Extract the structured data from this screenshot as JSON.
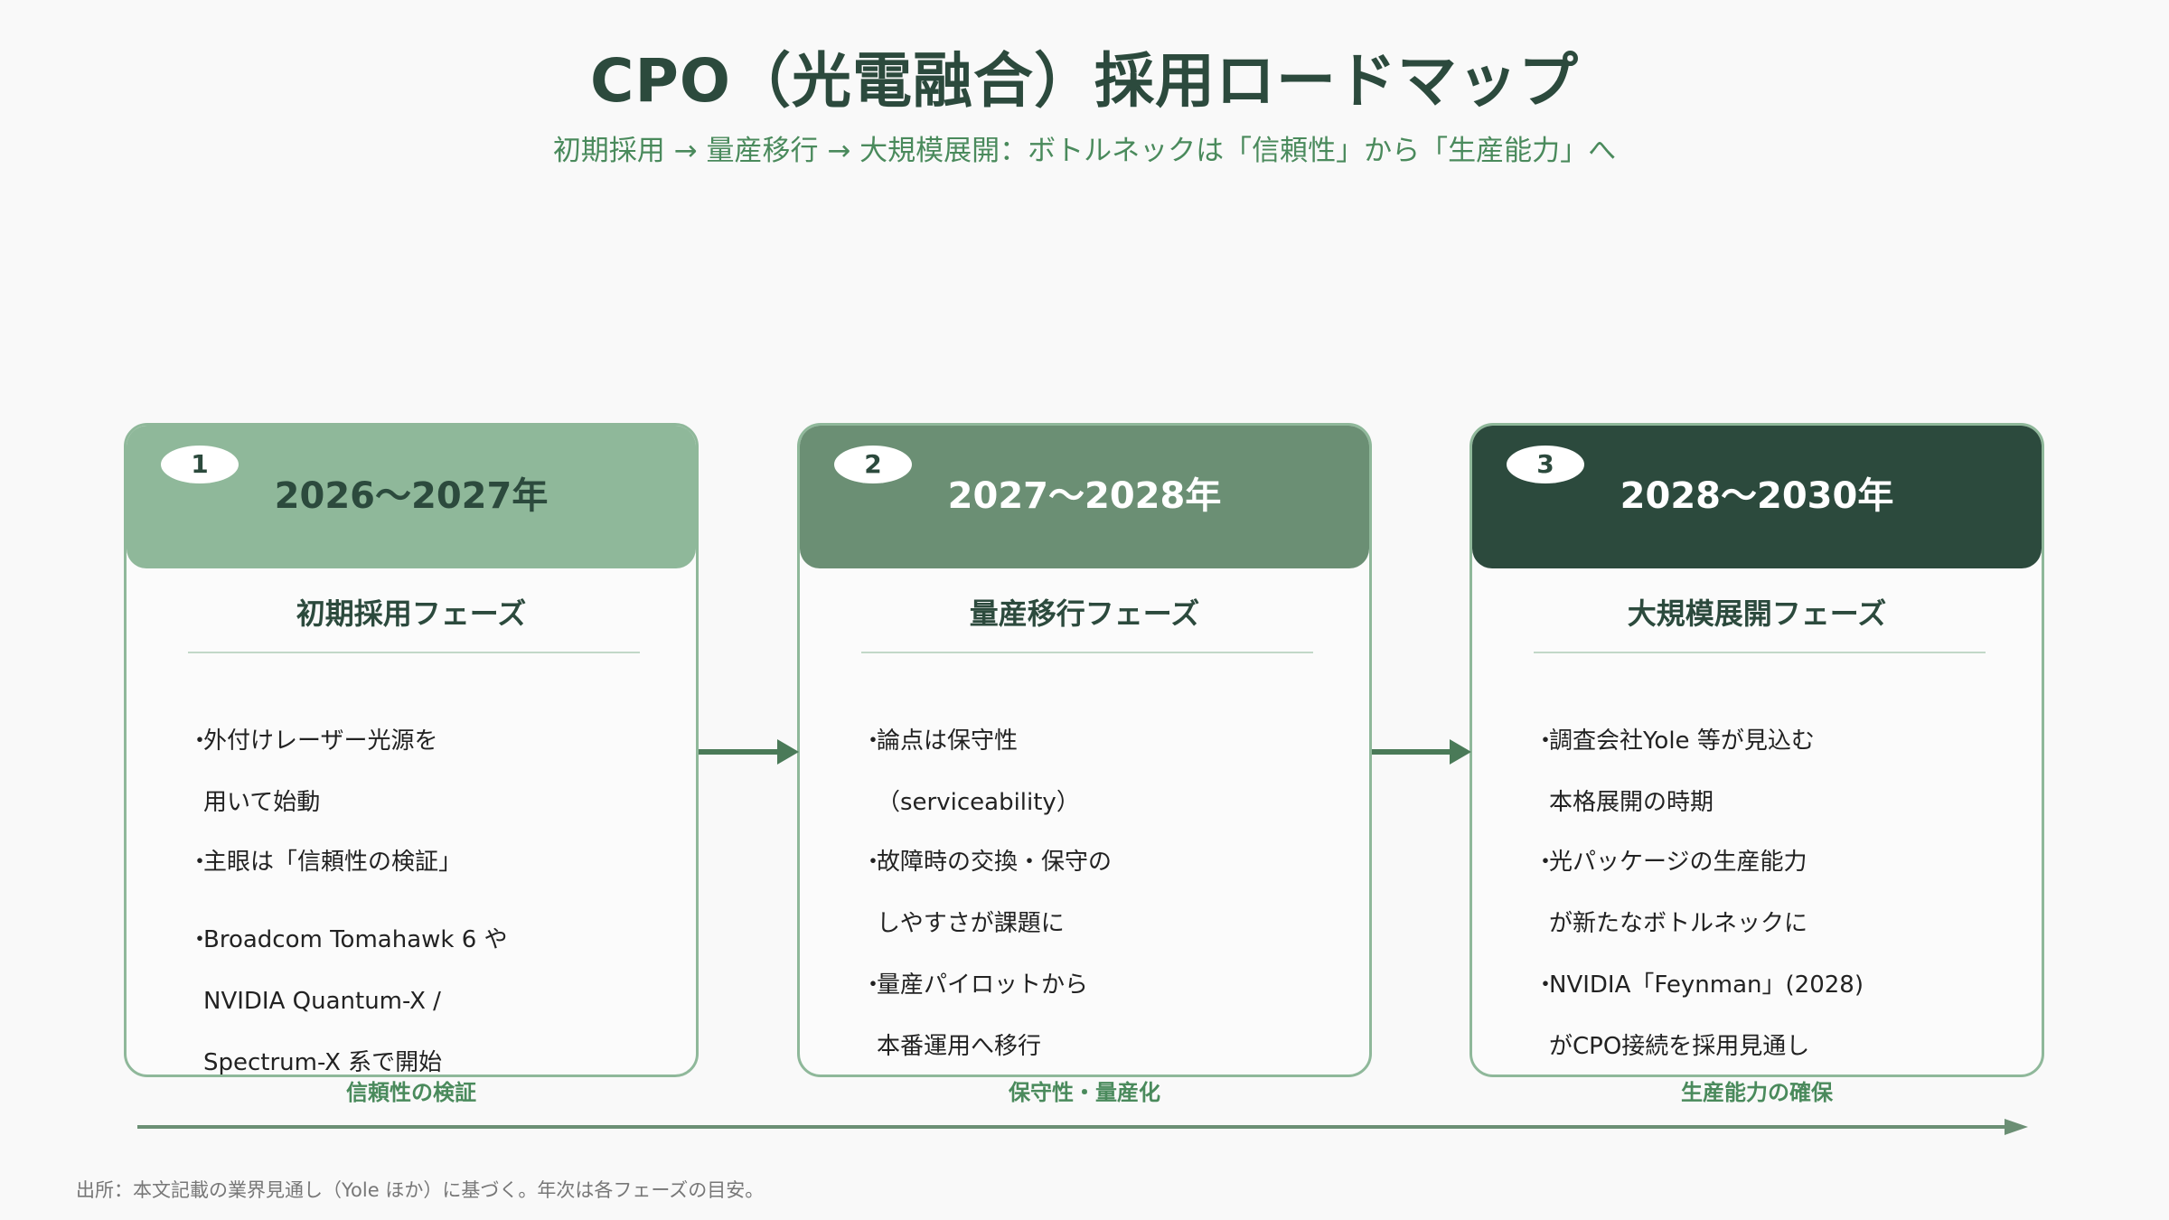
{
  "title": "CPO（光電融合）採用ロードマップ",
  "subtitle": "初期採用 → 量産移行 → 大規模展開：ボトルネックは「信頼性」から「生産能力」へ",
  "colors": {
    "phase1_header": "#8fb89a",
    "phase2_header": "#6b8f74",
    "phase3_header": "#2c4a3d",
    "accent_green": "#4a8a5c",
    "dark_green": "#2c4a3d"
  },
  "phases": [
    {
      "number": "1",
      "years": "2026〜2027年",
      "name": "初期採用フェーズ",
      "bullets": [
        [
          "外付けレーザー光源を",
          "用いて始動"
        ],
        [
          "主眼は「信頼性の検証」"
        ],
        [
          "Broadcom Tomahawk 6 や",
          "NVIDIA Quantum-X /",
          "Spectrum-X 系で開始"
        ]
      ],
      "caption": "信頼性の検証"
    },
    {
      "number": "2",
      "years": "2027〜2028年",
      "name": "量産移行フェーズ",
      "bullets": [
        [
          "論点は保守性",
          "（serviceability）"
        ],
        [
          "故障時の交換・保守の",
          "しやすさが課題に"
        ],
        [
          "量産パイロットから",
          "本番運用へ移行"
        ]
      ],
      "caption": "保守性・量産化"
    },
    {
      "number": "3",
      "years": "2028〜2030年",
      "name": "大規模展開フェーズ",
      "bullets": [
        [
          "調査会社Yole 等が見込む",
          "本格展開の時期"
        ],
        [
          "光パッケージの生産能力",
          "が新たなボトルネックに"
        ],
        [
          "NVIDIA「Feynman」(2028)",
          "がCPO接続を採用見通し"
        ]
      ],
      "caption": "生産能力の確保"
    }
  ],
  "source_note": "出所：本文記載の業界見通し（Yole ほか）に基づく。年次は各フェーズの目安。"
}
